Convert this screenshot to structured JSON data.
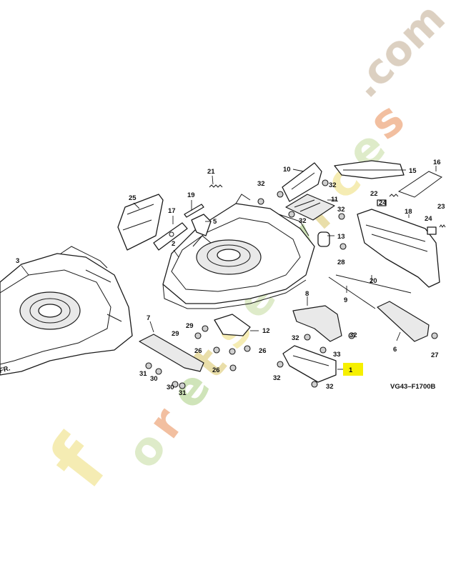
{
  "diagram": {
    "code": "VG43–F1700B",
    "partial_label": "FR."
  },
  "watermark": {
    "text": "foret",
    "suffix": "services",
    "domain": ".com",
    "letter_colors": [
      "#f4e9a6",
      "#d9e8c0",
      "#f0b48f",
      "#c7dfad",
      "#e6d89a"
    ],
    "domain_color": "#d6c8b6"
  },
  "highlight": {
    "callout": "1",
    "color": "#f6f000"
  },
  "callouts": [
    "1",
    "2",
    "3",
    "5",
    "6",
    "7",
    "8",
    "9",
    "10",
    "11",
    "12",
    "13",
    "15",
    "16",
    "17",
    "18",
    "19",
    "20",
    "21",
    "22",
    "23",
    "24",
    "25",
    "26",
    "27",
    "28",
    "29",
    "30",
    "31",
    "32",
    "33"
  ]
}
